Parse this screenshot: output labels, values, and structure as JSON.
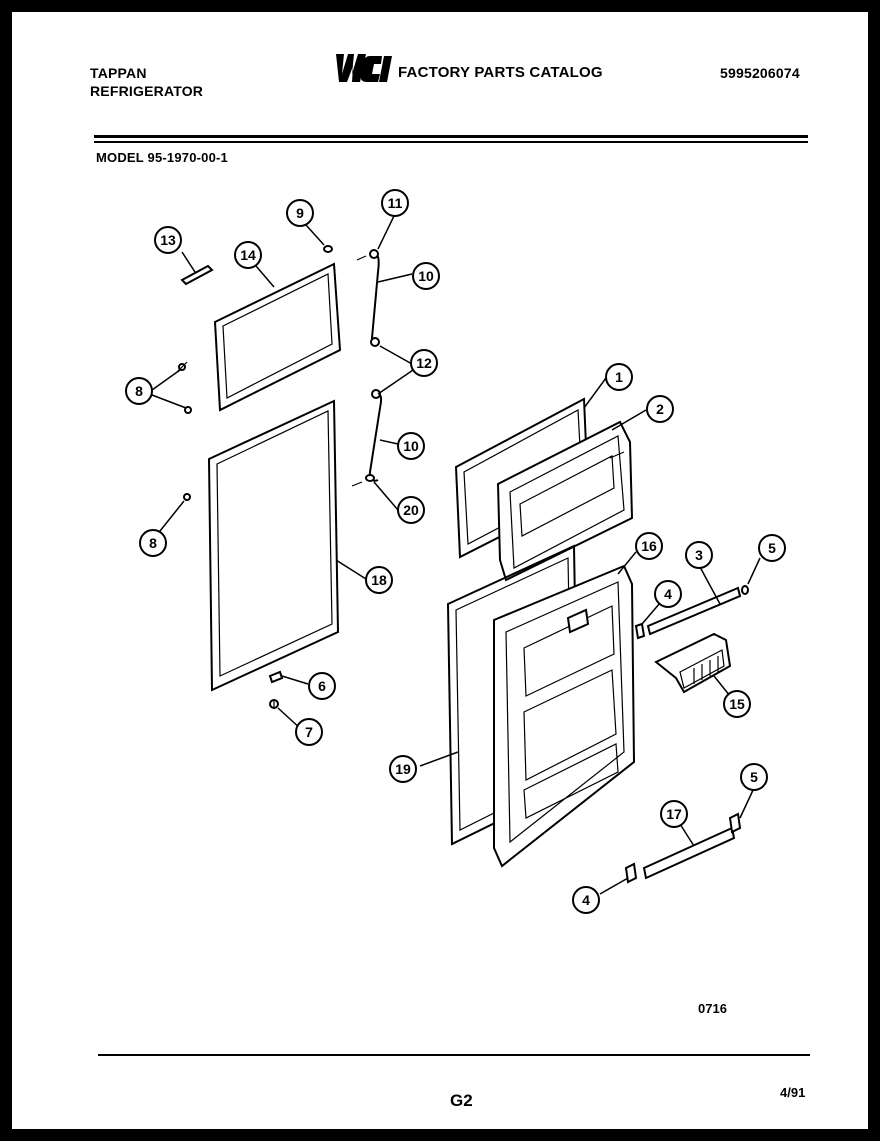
{
  "header": {
    "brand_line1": "TAPPAN",
    "brand_line2": "REFRIGERATOR",
    "logo_text": "WCI",
    "catalog_title": "FACTORY PARTS CATALOG",
    "catalog_number": "5995206074",
    "model": "MODEL 95-1970-00-1"
  },
  "callouts": [
    "1",
    "2",
    "3",
    "4",
    "5",
    "6",
    "7",
    "8",
    "9",
    "10",
    "11",
    "12",
    "13",
    "14",
    "15",
    "16",
    "17",
    "18",
    "19",
    "20"
  ],
  "footer": {
    "drawing_code": "0716",
    "page_code": "G2",
    "date_code": "4/91"
  }
}
